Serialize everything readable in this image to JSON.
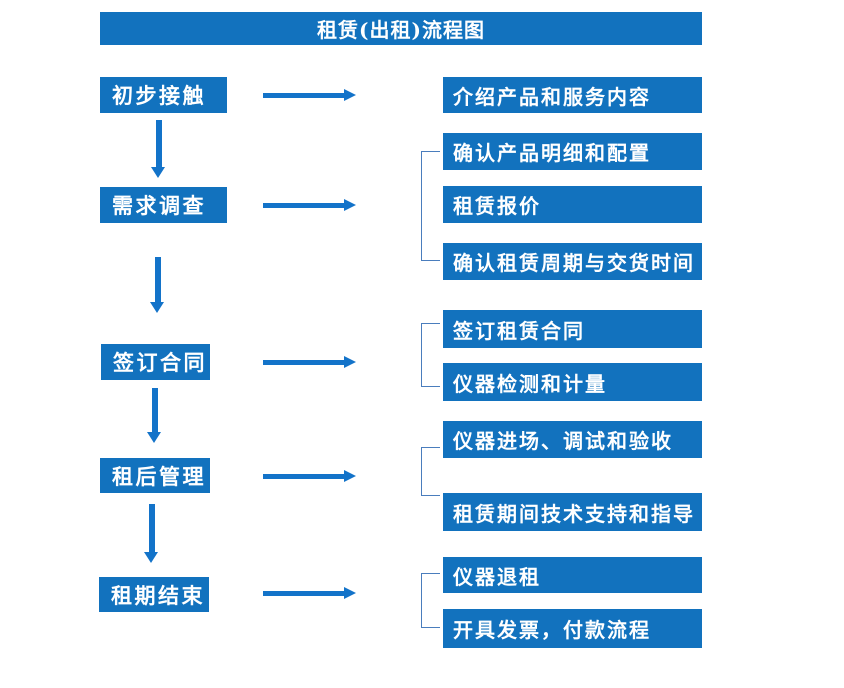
{
  "title": "租赁(出租)流程图",
  "colors": {
    "box_blue": "#1272be",
    "arrow_blue": "#1373c9",
    "bracket_blue": "#4a7dbd",
    "text_white": "#ffffff"
  },
  "groups": [
    {
      "step": "初步接触",
      "details": [
        "介绍产品和服务内容"
      ]
    },
    {
      "step": "需求调查",
      "details": [
        "确认产品明细和配置",
        "租赁报价",
        "确认租赁周期与交货时间"
      ]
    },
    {
      "step": "签订合同",
      "details": [
        "签订租赁合同",
        "仪器检测和计量"
      ]
    },
    {
      "step": "租后管理",
      "details": [
        "仪器进场、调试和验收",
        "租赁期间技术支持和指导"
      ]
    },
    {
      "step": "租期结束",
      "details": [
        "仪器退租",
        "开具发票，付款流程"
      ]
    }
  ]
}
